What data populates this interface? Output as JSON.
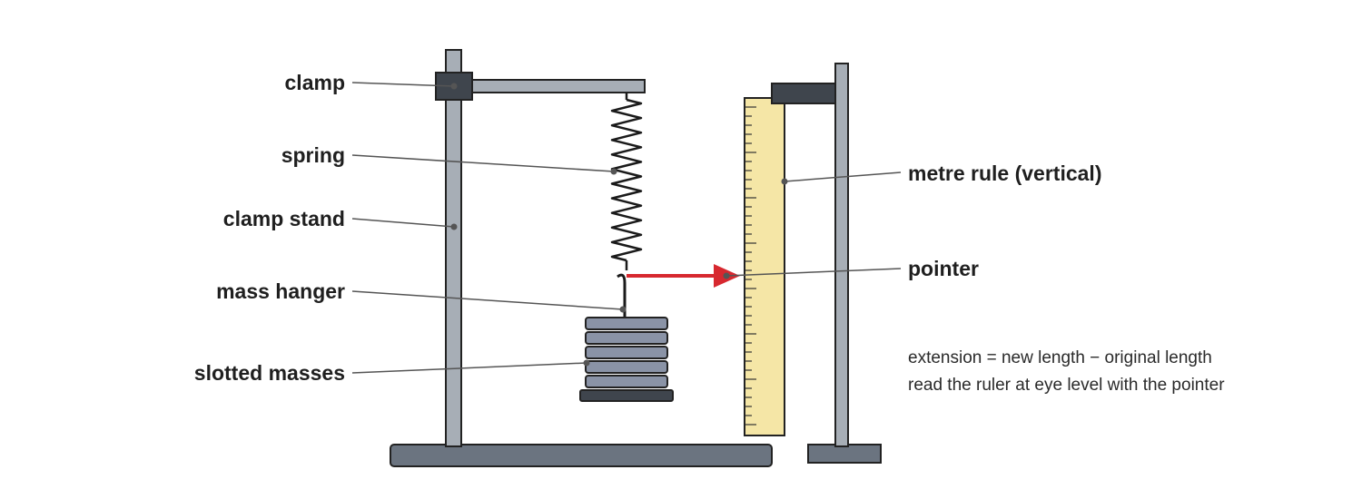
{
  "labels": {
    "clamp": "clamp",
    "spring": "spring",
    "clamp_stand": "clamp stand",
    "mass_hanger": "mass hanger",
    "slotted_masses": "slotted masses",
    "metre_rule": "metre rule (vertical)",
    "pointer": "pointer"
  },
  "notes": {
    "line1": "extension = new length − original length",
    "line2": "read the ruler at eye level with the pointer"
  },
  "colors": {
    "stand_metal": "#a7aeb6",
    "base_dark": "#6b7480",
    "clamp_dark": "#3f454d",
    "mass_slate": "#8a93a6",
    "ruler_yellow": "#f5e6a6",
    "pointer_red": "#d7282f",
    "outline": "#222222"
  }
}
